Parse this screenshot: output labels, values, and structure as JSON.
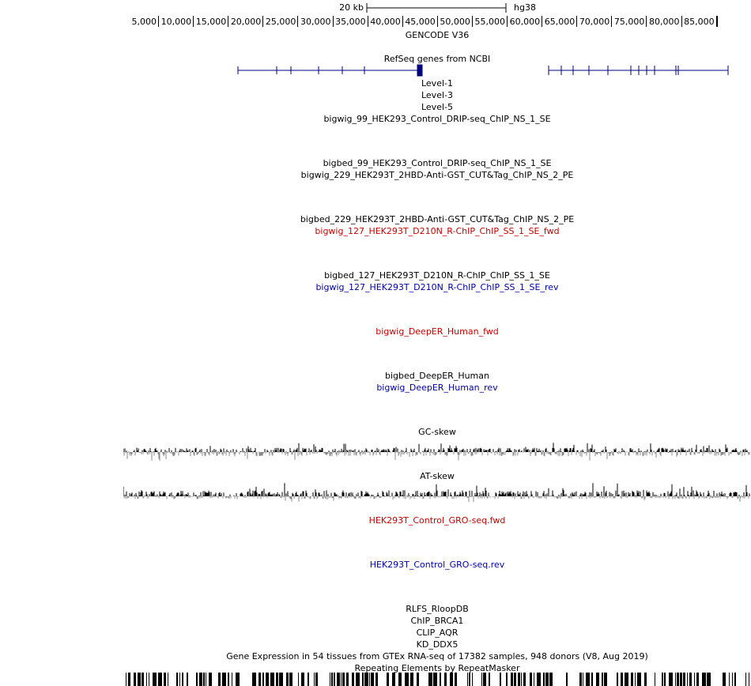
{
  "scale_bar": {
    "size_label": "20 kb",
    "assembly": "hg38"
  },
  "ruler_ticks": [
    "5,000",
    "10,000",
    "15,000",
    "20,000",
    "25,000",
    "30,000",
    "35,000",
    "40,000",
    "45,000",
    "50,000",
    "55,000",
    "60,000",
    "65,000",
    "70,000",
    "75,000",
    "80,000",
    "85,000"
  ],
  "colors": {
    "fwd": "#cc0000",
    "rev": "#0000aa",
    "gene": "#000080",
    "skew_pos": "#000000",
    "skew_neg": "#888888"
  },
  "tracks": {
    "gencode": "GENCODE V36",
    "refseq": "RefSeq genes from NCBI",
    "level1": "Level-1",
    "level3": "Level-3",
    "level5": "Level-5",
    "bw99": "bigwig_99_HEK293_Control_DRIP-seq_ChIP_NS_1_SE",
    "bb99": "bigbed_99_HEK293_Control_DRIP-seq_ChIP_NS_1_SE",
    "bw229": "bigwig_229_HEK293T_2HBD-Anti-GST_CUT&Tag_ChIP_NS_2_PE",
    "bb229": "bigbed_229_HEK293T_2HBD-Anti-GST_CUT&Tag_ChIP_NS_2_PE",
    "bw127fwd": "bigwig_127_HEK293T_D210N_R-ChIP_ChIP_SS_1_SE_fwd",
    "bb127": "bigbed_127_HEK293T_D210N_R-ChIP_ChIP_SS_1_SE",
    "bw127rev": "bigwig_127_HEK293T_D210N_R-ChIP_ChIP_SS_1_SE_rev",
    "deeper_fwd": "bigwig_DeepER_Human_fwd",
    "deeper_bb": "bigbed_DeepER_Human",
    "deeper_rev": "bigwig_DeepER_Human_rev",
    "gcskew": "GC-skew",
    "atskew": "AT-skew",
    "gro_fwd": "HEK293T_Control_GRO-seq.fwd",
    "gro_rev": "HEK293T_Control_GRO-seq.rev",
    "rlfs": "RLFS_RloopDB",
    "brca1": "ChIP_BRCA1",
    "aqr": "CLIP_AQR",
    "ddx5": "KD_DDX5",
    "gtex": "Gene Expression in 54 tissues from GTEx RNA-seq of 17382 samples, 948 donors (V8, Aug 2019)",
    "repeats": "Repeating Elements by RepeatMasker"
  }
}
